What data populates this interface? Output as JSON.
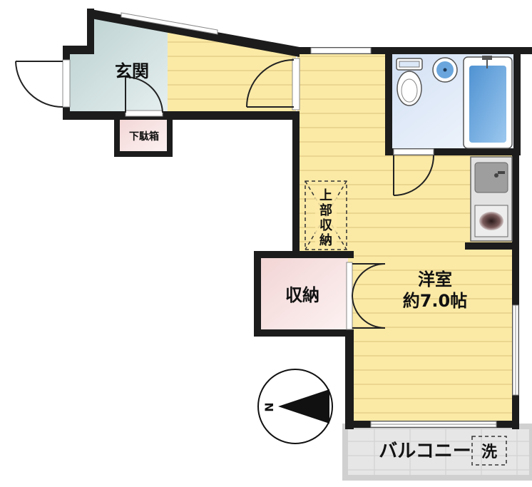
{
  "rooms": {
    "entrance": "玄関",
    "shoe_box": "下駄箱",
    "upper_storage": [
      "上",
      "部",
      "収",
      "納"
    ],
    "storage": "収納",
    "western_room": "洋室",
    "room_size": "約7.0帖",
    "balcony": "バルコニー",
    "washer": "洗"
  },
  "compass": {
    "letter": "N"
  },
  "colors": {
    "wall": "#1c1c1c",
    "floor_yellow": "#fbeaa6",
    "floor_line": "#e3cf86",
    "entrance_floor": "#c9dcdc",
    "storage_pink": "#f7e1e1",
    "bath_blue": "#dce8f8",
    "tub_blue": "#5e9fd8",
    "balcony_grey": "#e3e3e3"
  }
}
